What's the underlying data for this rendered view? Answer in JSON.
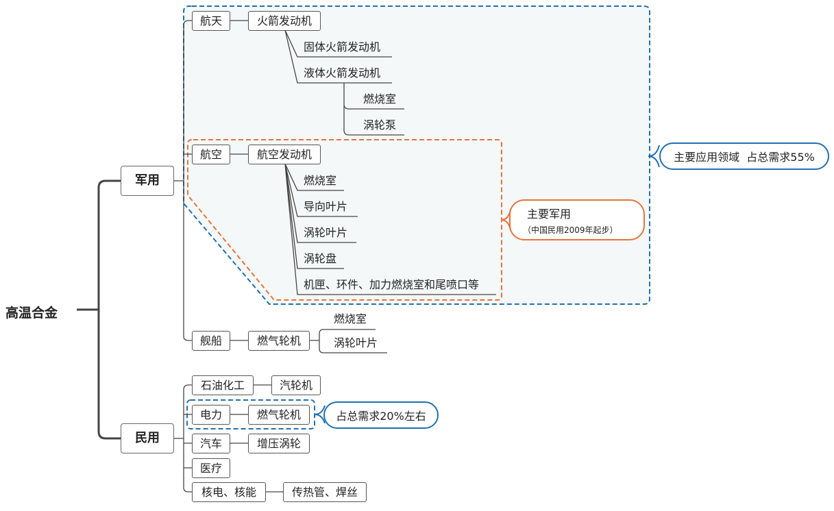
{
  "root": "高温合金",
  "military": {
    "label": "军用",
    "aerospace": {
      "label": "航天",
      "engine": "火箭发动机",
      "solid": "固体火箭发动机",
      "liquid": "液体火箭发动机",
      "liquid_parts": [
        "燃烧室",
        "涡轮泵"
      ]
    },
    "aviation": {
      "label": "航空",
      "engine": "航空发动机",
      "parts": [
        "燃烧室",
        "导向叶片",
        "涡轮叶片",
        "涡轮盘",
        "机匣、环件、加力燃烧室和尾喷口等"
      ]
    },
    "ship": {
      "label": "舰船",
      "engine": "燃气轮机",
      "parts": [
        "燃烧室",
        "涡轮叶片"
      ]
    }
  },
  "civil": {
    "label": "民用",
    "items": [
      {
        "label": "石油化工",
        "child": "汽轮机"
      },
      {
        "label": "电力",
        "child": "燃气轮机"
      },
      {
        "label": "汽车",
        "child": "增压涡轮"
      },
      {
        "label": "医疗",
        "child": ""
      },
      {
        "label": "核电、核能",
        "child": "传热管、焊丝"
      }
    ]
  },
  "callouts": {
    "main_domain": "主要应用领域  占总需求55%",
    "mainly_military": "主要军用",
    "mainly_military_note": "（中国民用2009年起步）",
    "power_share": "占总需求20%左右"
  },
  "colors": {
    "blue": "#1f6fb5",
    "orange": "#e8733a",
    "line": "#444444",
    "panel": "#f5f8f8"
  }
}
